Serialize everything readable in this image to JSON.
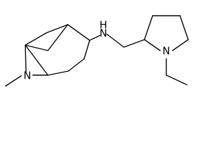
{
  "molecule": {
    "atoms": {
      "bridge_n": "N",
      "amine_nh": "H",
      "amine_n": "N",
      "pyrrolidine_n": "N"
    }
  }
}
